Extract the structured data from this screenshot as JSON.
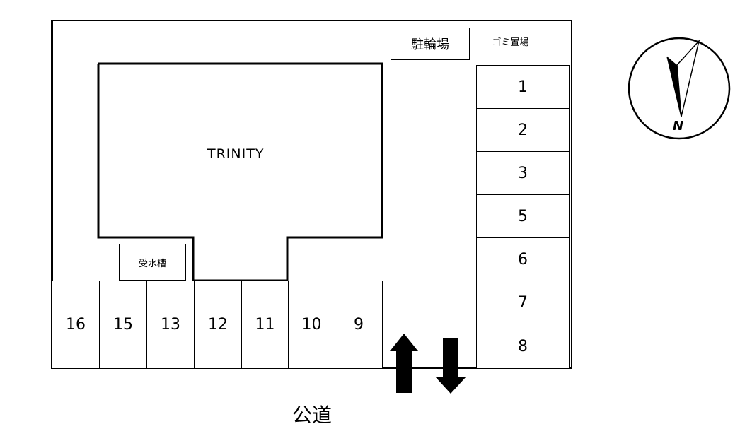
{
  "building": {
    "name": "TRINITY"
  },
  "facilities": {
    "bicycle_parking": "駐輪場",
    "garbage": "ゴミ置場",
    "water_tank": "受水槽"
  },
  "road": {
    "label": "公道"
  },
  "compass": {
    "north": "N"
  },
  "parking_right": [
    "1",
    "2",
    "3",
    "5",
    "6",
    "7",
    "8"
  ],
  "parking_bottom": [
    "16",
    "15",
    "13",
    "12",
    "11",
    "10",
    "9"
  ]
}
